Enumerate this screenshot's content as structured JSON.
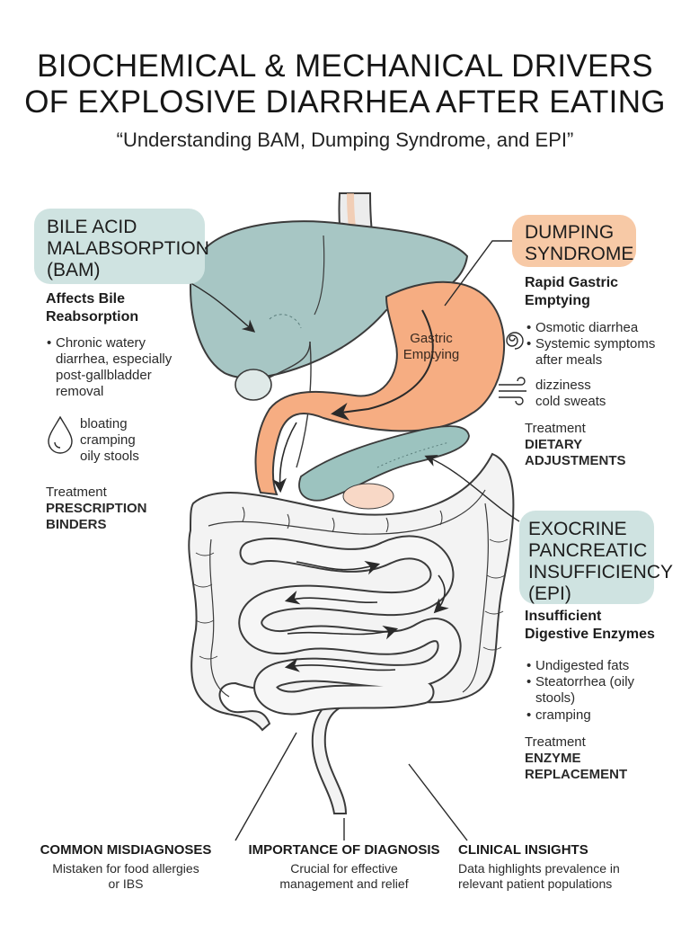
{
  "header": {
    "title_line1": "BIOCHEMICAL & MECHANICAL DRIVERS",
    "title_line2": "OF EXPLOSIVE DIARRHEA AFTER EATING",
    "subtitle": "“Understanding BAM, Dumping Syndrome, and EPI”"
  },
  "diagram": {
    "stomach_label": [
      "Gastric",
      "Emptying"
    ]
  },
  "bam": {
    "badge": [
      "BILE ACID",
      "MALABSORPTION",
      "(BAM)"
    ],
    "heading": [
      "Affects Bile",
      "Reabsorption"
    ],
    "bullet": [
      "Chronic watery",
      "diarrhea, especially",
      "post-gallbladder",
      "removal"
    ],
    "symptoms": [
      "bloating",
      "cramping",
      "oily stools"
    ],
    "treatment_label": "Treatment",
    "treatment": [
      "PRESCRIPTION",
      "BINDERS"
    ]
  },
  "dumping": {
    "badge": [
      "DUMPING",
      "SYNDROME"
    ],
    "heading": [
      "Rapid Gastric",
      "Emptying"
    ],
    "bullets": [
      [
        "Osmotic diarrhea"
      ],
      [
        "Systemic symptoms",
        "after meals"
      ]
    ],
    "symptoms": [
      "dizziness",
      "cold sweats"
    ],
    "treatment_label": "Treatment",
    "treatment": [
      "DIETARY",
      "ADJUSTMENTS"
    ]
  },
  "epi": {
    "badge": [
      "EXOCRINE",
      "PANCREATIC",
      "INSUFFICIENCY",
      "(EPI)"
    ],
    "heading": [
      "Insufficient",
      "Digestive Enzymes"
    ],
    "bullets": [
      [
        "Undigested fats"
      ],
      [
        "Steatorrhea (oily",
        "stools)"
      ],
      [
        "cramping"
      ]
    ],
    "treatment_label": "Treatment",
    "treatment": [
      "ENZYME",
      "REPLACEMENT"
    ]
  },
  "footer": [
    {
      "heading": "COMMON MISDIAGNOSES",
      "text": [
        "Mistaken for food allergies",
        "or IBS"
      ]
    },
    {
      "heading": "IMPORTANCE OF DIAGNOSIS",
      "text": [
        "Crucial for effective",
        "management and relief"
      ]
    },
    {
      "heading": "CLINICAL INSIGHTS",
      "text": [
        "Data highlights prevalence in",
        "relevant patient populations"
      ]
    }
  ],
  "colors": {
    "teal_badge": "#cfe3e1",
    "orange_badge": "#f7c9a6",
    "liver": "#a7c6c4",
    "stomach": "#f6ad82",
    "pancreas": "#9cc3bf",
    "intestine": "#f3f3f3",
    "outline": "#3b3b3b"
  }
}
